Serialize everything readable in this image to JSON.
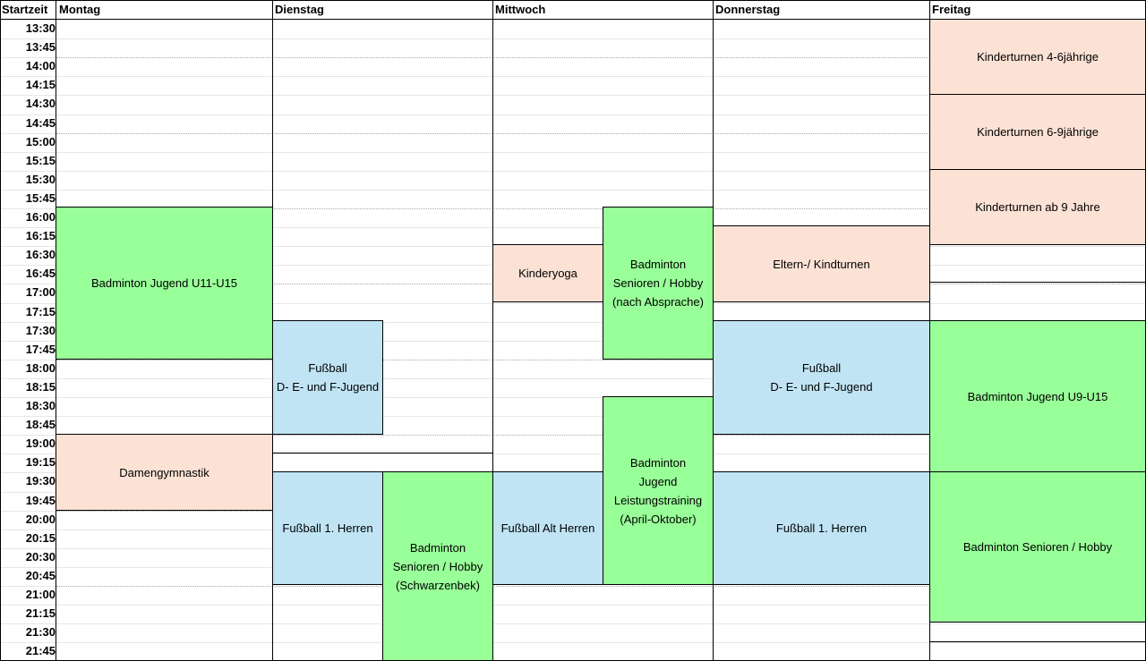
{
  "header": {
    "time_col": "Startzeit",
    "days": [
      "Montag",
      "Dienstag",
      "Mittwoch",
      "Donnerstag",
      "Freitag"
    ]
  },
  "times": [
    "13:30",
    "13:45",
    "14:00",
    "14:15",
    "14:30",
    "14:45",
    "15:00",
    "15:15",
    "15:30",
    "15:45",
    "16:00",
    "16:15",
    "16:30",
    "16:45",
    "17:00",
    "17:15",
    "17:30",
    "17:45",
    "18:00",
    "18:15",
    "18:30",
    "18:45",
    "19:00",
    "19:15",
    "19:30",
    "19:45",
    "20:00",
    "20:15",
    "20:30",
    "20:45",
    "21:00",
    "21:15",
    "21:30",
    "21:45"
  ],
  "events": {
    "mo_badminton": "Badminton Jugend U11-U15",
    "mo_damen": "Damengymnastik",
    "di_fussball_jugend": "Fußball\nD- E- und F-Jugend",
    "di_fussball_herren": "Fußball 1. Herren",
    "di_badminton": "Badminton\nSenioren / Hobby\n(Schwarzenbek)",
    "mi_kinderyoga": "Kinderyoga",
    "mi_badminton_hobby": "Badminton\nSenioren / Hobby\n(nach Absprache)",
    "mi_fussball_alt": "Fußball Alt Herren",
    "mi_badminton_jugend": "Badminton\nJugend\nLeistungstraining\n(April-Oktober)",
    "do_eltern": "Eltern-/ Kindturnen",
    "do_fussball_jugend": "Fußball\nD- E- und F-Jugend",
    "do_fussball_herren": "Fußball 1. Herren",
    "fr_kinder_46": "Kinderturnen 4-6jährige",
    "fr_kinder_69": "Kinderturnen 6-9jährige",
    "fr_kinder_9": "Kinderturnen ab 9 Jahre",
    "fr_badminton_jugend": "Badminton Jugend U9-U15",
    "fr_badminton_senioren": "Badminton Senioren / Hobby"
  },
  "colors": {
    "gymnastics": "#fbe2d5",
    "badminton": "#99ff99",
    "football": "#c0e4f4"
  }
}
